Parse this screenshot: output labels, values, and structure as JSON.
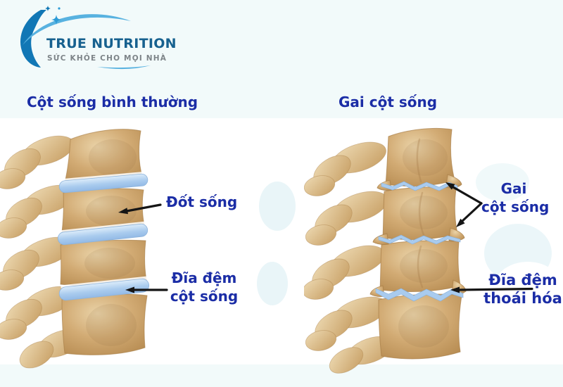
{
  "page": {
    "background_color": "#f2fafa",
    "illustration_background_color": "#ffffff"
  },
  "logo": {
    "brand": "TRUE NUTRITION",
    "tagline": "SỨC KHỎE CHO MỌI NHÀ",
    "colors": {
      "brand_text": "#17618f",
      "tagline_text": "#7d8488",
      "arc_dark": "#1177b5",
      "arc_light": "#58b2e0",
      "sparkle": "#2d9bd6"
    }
  },
  "diagram": {
    "label_color": "#1b2da6",
    "arrow_color": "#151515",
    "bone_color": "#d2ab74",
    "bone_edge_color": "#a87e47",
    "disc_color": "#a9cbee",
    "left_panel": {
      "title": "Cột sống bình thường",
      "labels": {
        "vertebra": "Đốt sống",
        "disc_line1": "Đĩa đệm",
        "disc_line2": "cột sống"
      }
    },
    "right_panel": {
      "title": "Gai cột sống",
      "labels": {
        "spur_line1": "Gai",
        "spur_line2": "cột sống",
        "disc_line1": "Đĩa đệm",
        "disc_line2": "thoái hóa"
      }
    }
  }
}
